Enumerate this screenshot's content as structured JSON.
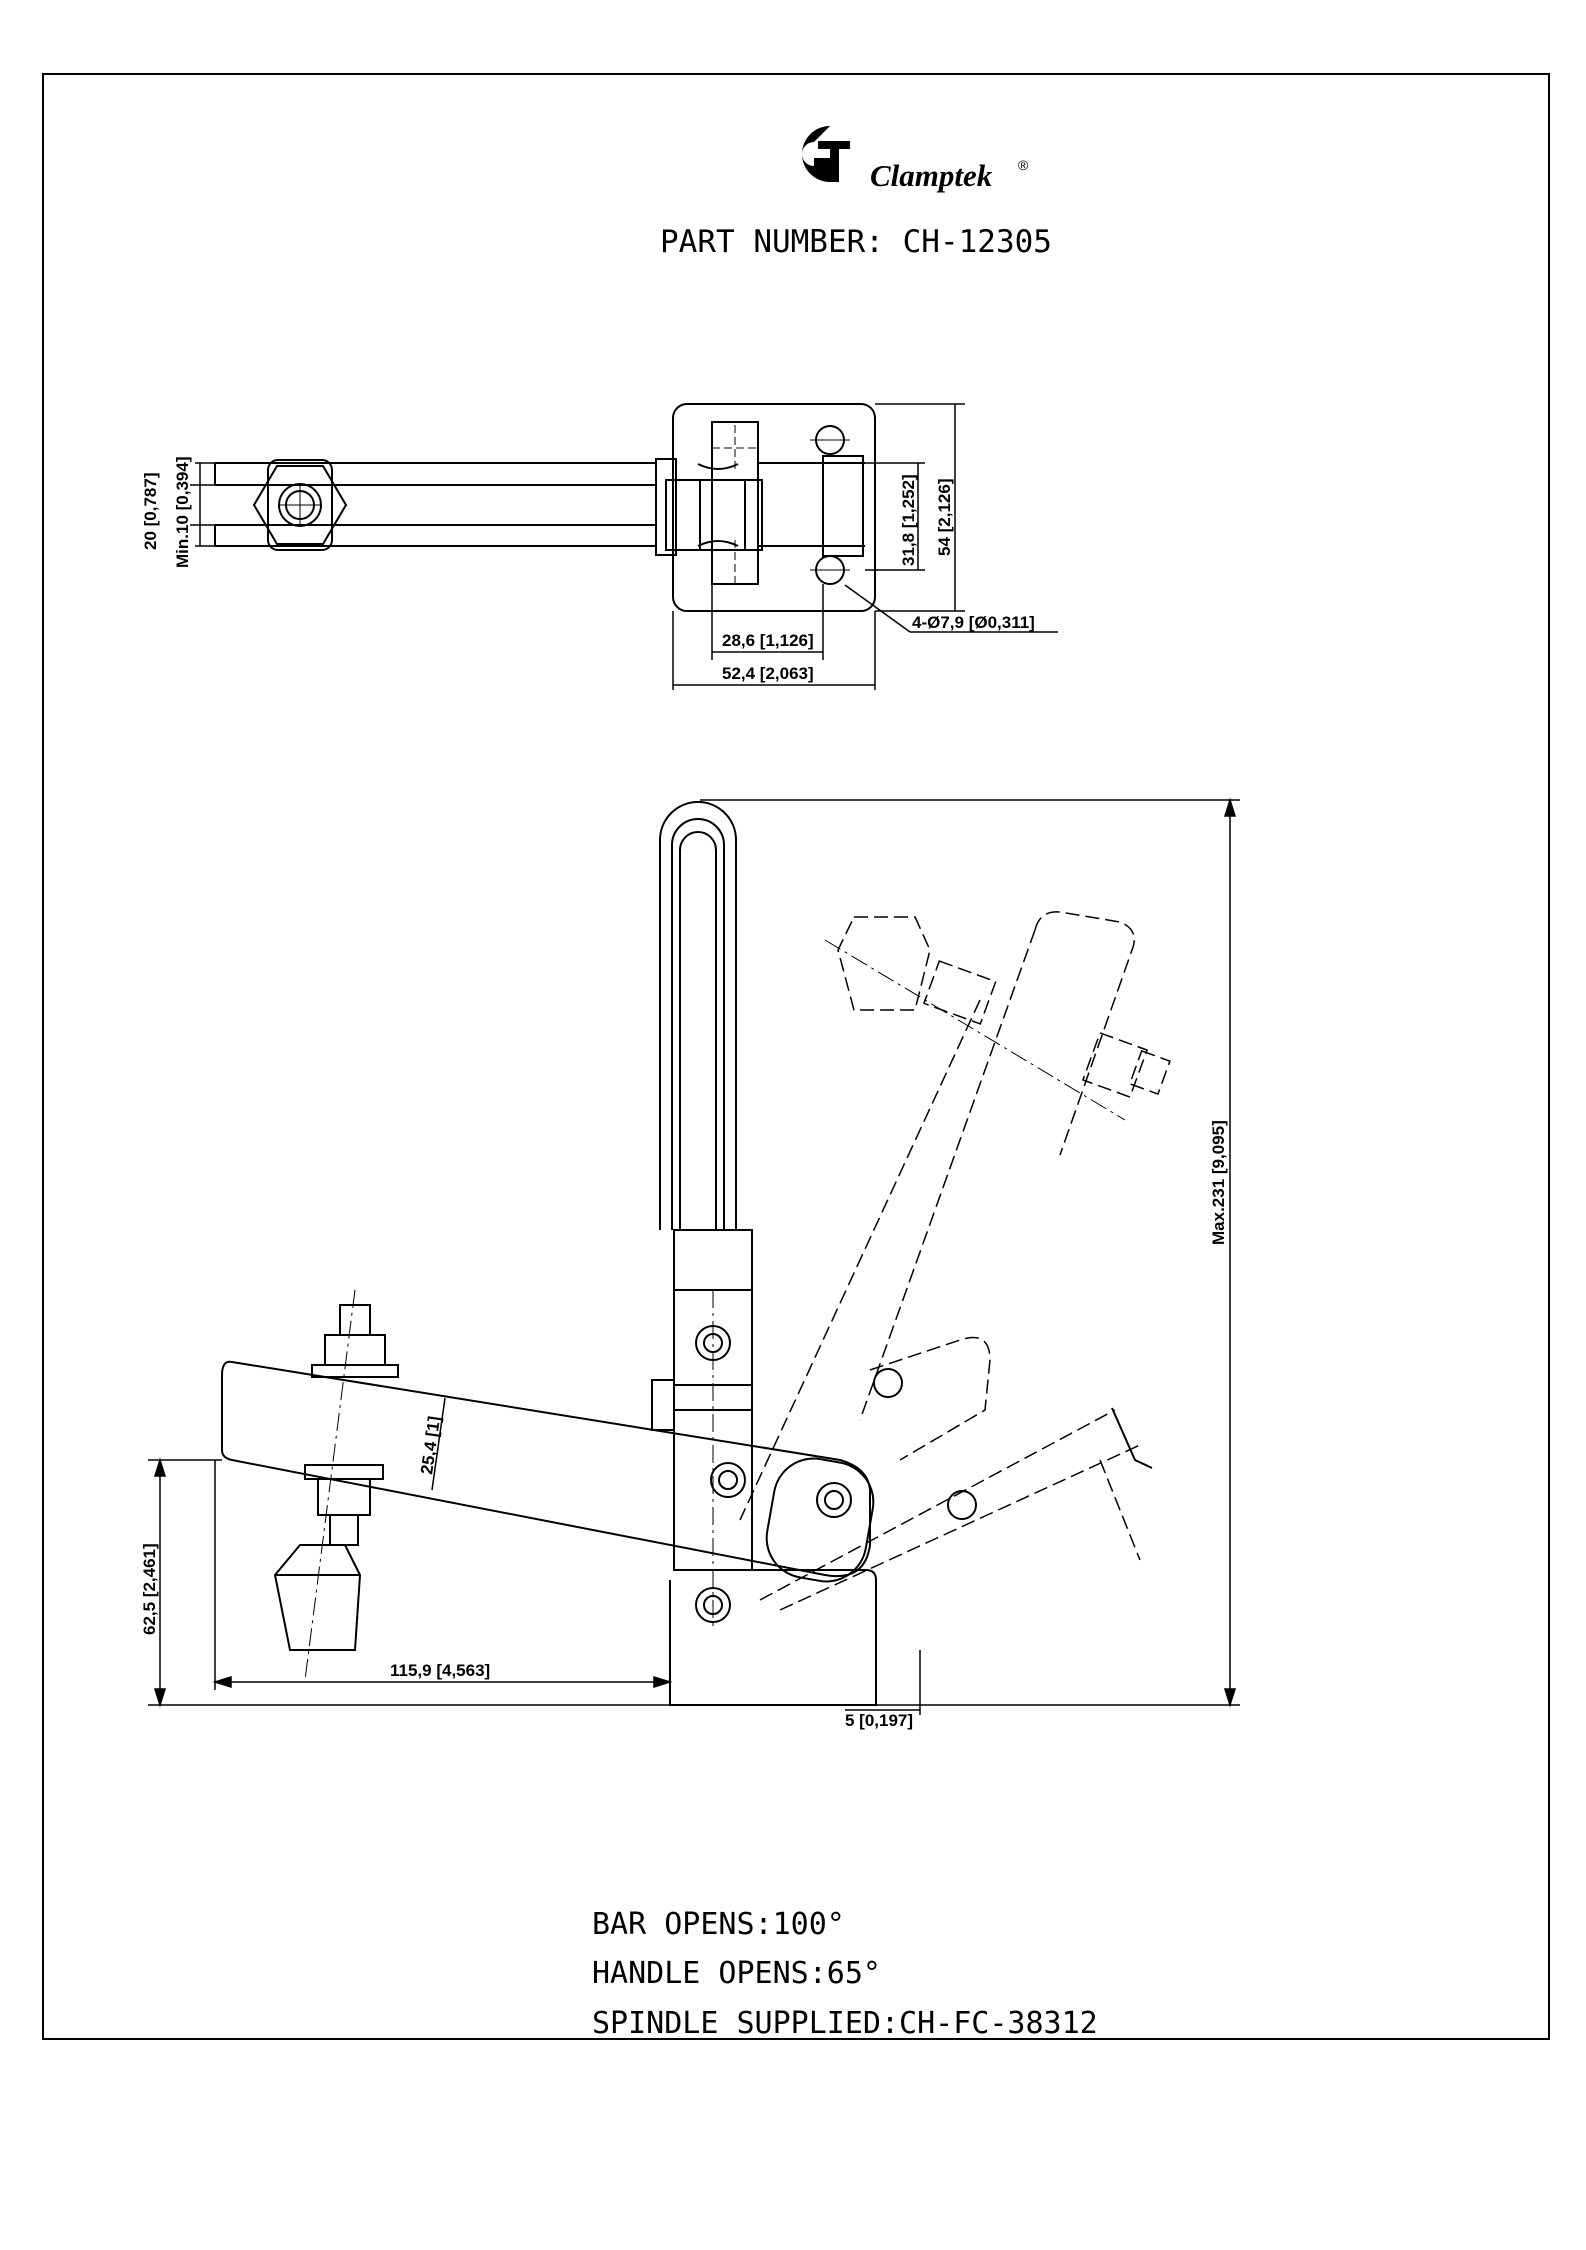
{
  "header": {
    "brand": "Clamptek",
    "registered": "®",
    "part_number": "PART NUMBER:  CH-12305"
  },
  "dimensions": {
    "top_view": {
      "width_20": "20 [0,787]",
      "min_10": "Min.10 [0,394]",
      "d31_8": "31,8 [1,252]",
      "d54": "54 [2,126]",
      "holes": "4-Ø7,9 [Ø0,311]",
      "d28_6": "28,6 [1,126]",
      "d52_4": "52,4 [2,063]"
    },
    "side_view": {
      "max231": "Max.231 [9,095]",
      "d25_4": "25,4 [1]",
      "d62_5": "62,5 [2,461]",
      "d115_9": "115,9 [4,563]",
      "d5": "5 [0,197]"
    }
  },
  "notes": [
    "BAR OPENS:100°",
    "HANDLE OPENS:65°",
    "SPINDLE SUPPLIED:CH-FC-38312"
  ]
}
